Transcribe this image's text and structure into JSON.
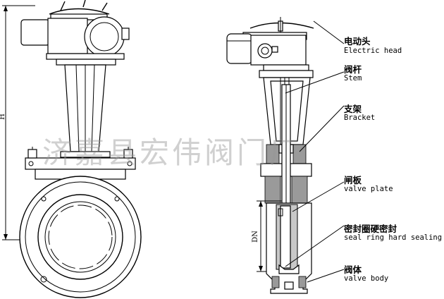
{
  "labels": {
    "actuator": {
      "cn": "电动头",
      "en": "Electric head"
    },
    "stem": {
      "cn": "阀杆",
      "en": "Stem"
    },
    "bracket": {
      "cn": "支架",
      "en": "Bracket"
    },
    "plate": {
      "cn": "闸板",
      "en": "valve plate"
    },
    "seal": {
      "cn": "密封圈硬密封",
      "en": "seal ring hard sealing"
    },
    "body": {
      "cn": "阀体",
      "en": "valve body"
    }
  },
  "dimensions": {
    "height": "H",
    "nominal": "DN"
  },
  "watermark": "济嘉县宏伟阀门厂"
}
